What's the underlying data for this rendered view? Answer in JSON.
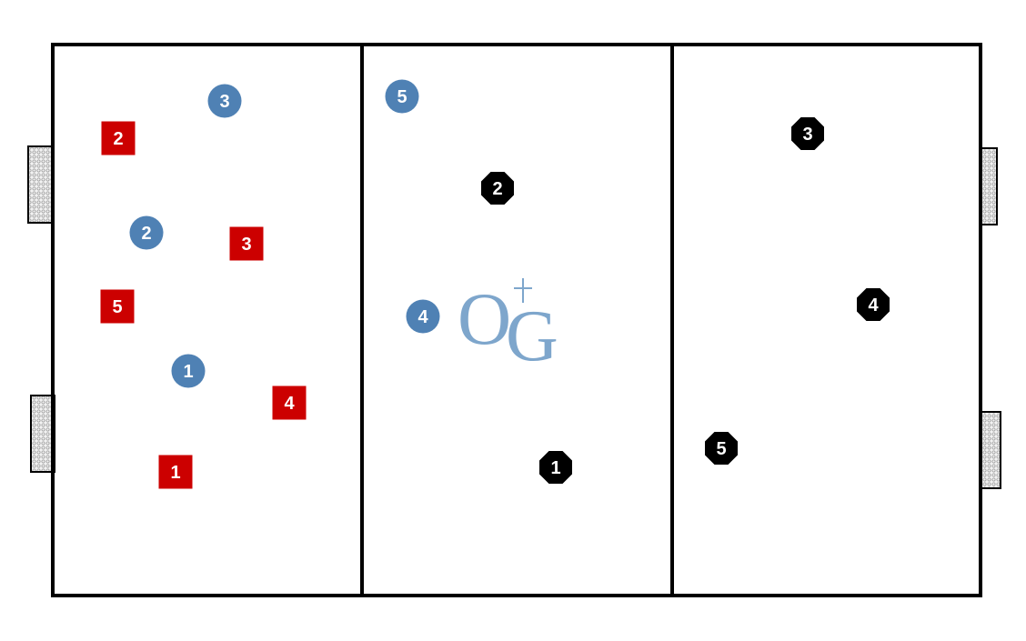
{
  "colors": {
    "blue_team": "#4f81b4",
    "red_team": "#cc0000",
    "black_team": "#000000",
    "logo": "#7ea6cc"
  },
  "logo": {
    "text": "OG",
    "letter1": "O",
    "letter2": "G"
  },
  "teams": {
    "blue": {
      "shape": "circle",
      "players": [
        "3",
        "2",
        "1",
        "5",
        "4"
      ]
    },
    "red": {
      "shape": "square",
      "players": [
        "2",
        "3",
        "5",
        "4",
        "1"
      ]
    },
    "black": {
      "shape": "octagon",
      "players": [
        "3",
        "2",
        "4",
        "1",
        "5"
      ]
    }
  }
}
